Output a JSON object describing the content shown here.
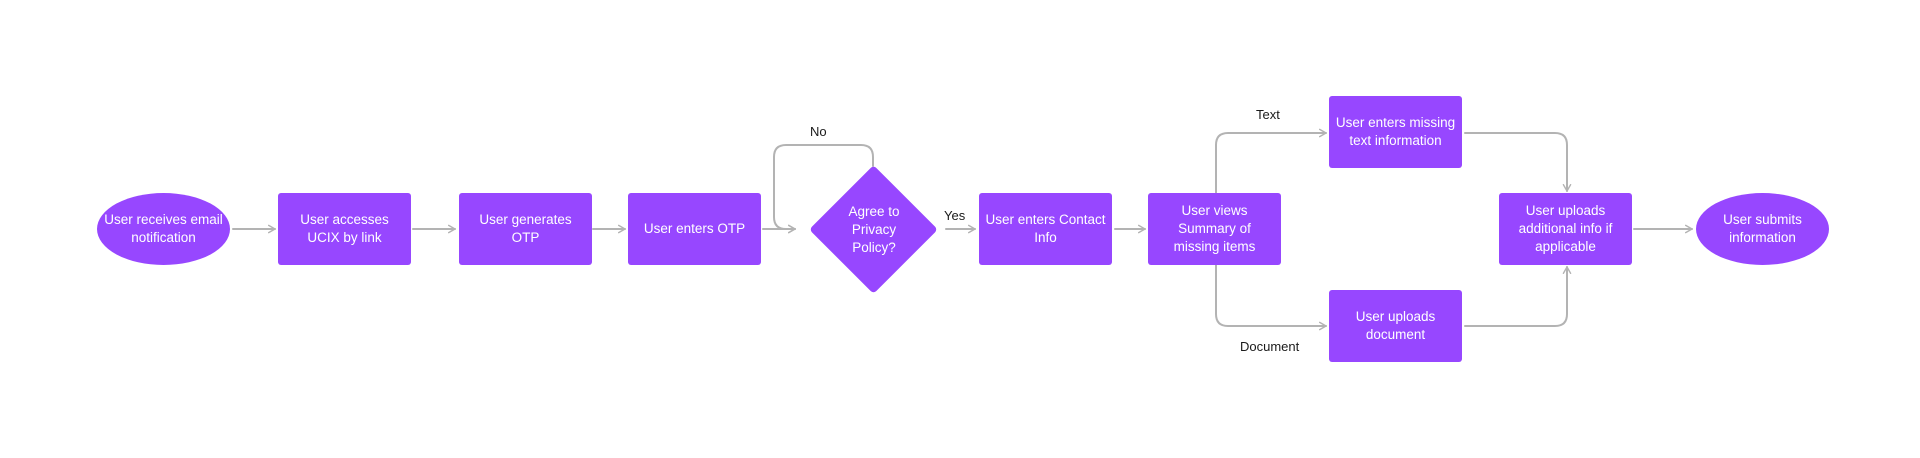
{
  "nodes": {
    "receive": "User receives email notification",
    "access": "User accesses UCIX by link",
    "generate": "User generates OTP",
    "enter_otp": "User enters OTP",
    "agree": "Agree to Privacy Policy?",
    "contact": "User enters Contact Info",
    "summary": "User views Summary of missing items",
    "missing_text": "User enters missing text information",
    "upload_doc": "User uploads document",
    "upload_info": "User uploads additional info if applicable",
    "submit": "User submits information"
  },
  "edge_labels": {
    "no": "No",
    "yes": "Yes",
    "text": "Text",
    "document": "Document"
  },
  "colors": {
    "node_fill": "#9747ff",
    "connector": "#b3b3b3"
  }
}
